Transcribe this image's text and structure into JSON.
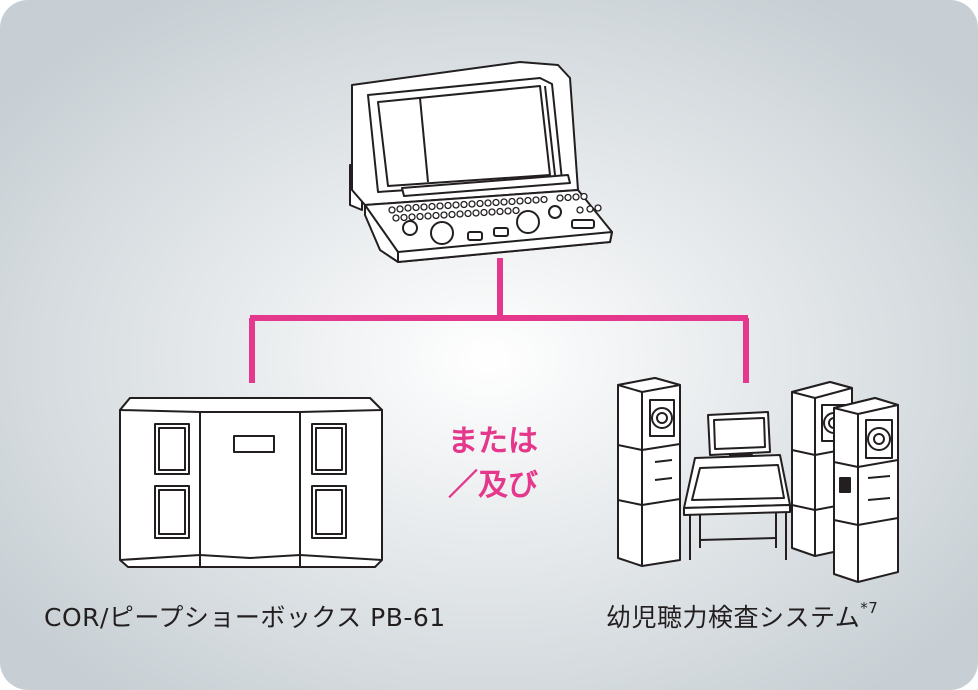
{
  "colors": {
    "connector": "#e5378b",
    "conjunction_text": "#e5378b",
    "device_stroke": "#231f20",
    "background_center": "#ffffff",
    "background_edge": "#c7cfd4"
  },
  "devices": {
    "top": {
      "icon": "audiometer-console-icon"
    },
    "left": {
      "icon": "peep-show-box-icon",
      "label": "COR/ピープショーボックス PB-61"
    },
    "right": {
      "icon": "infant-audiometry-system-icon",
      "label": "幼児聴力検査システム",
      "note_mark": "*7"
    }
  },
  "conjunction": {
    "line1": "または",
    "line2": "／及び"
  }
}
